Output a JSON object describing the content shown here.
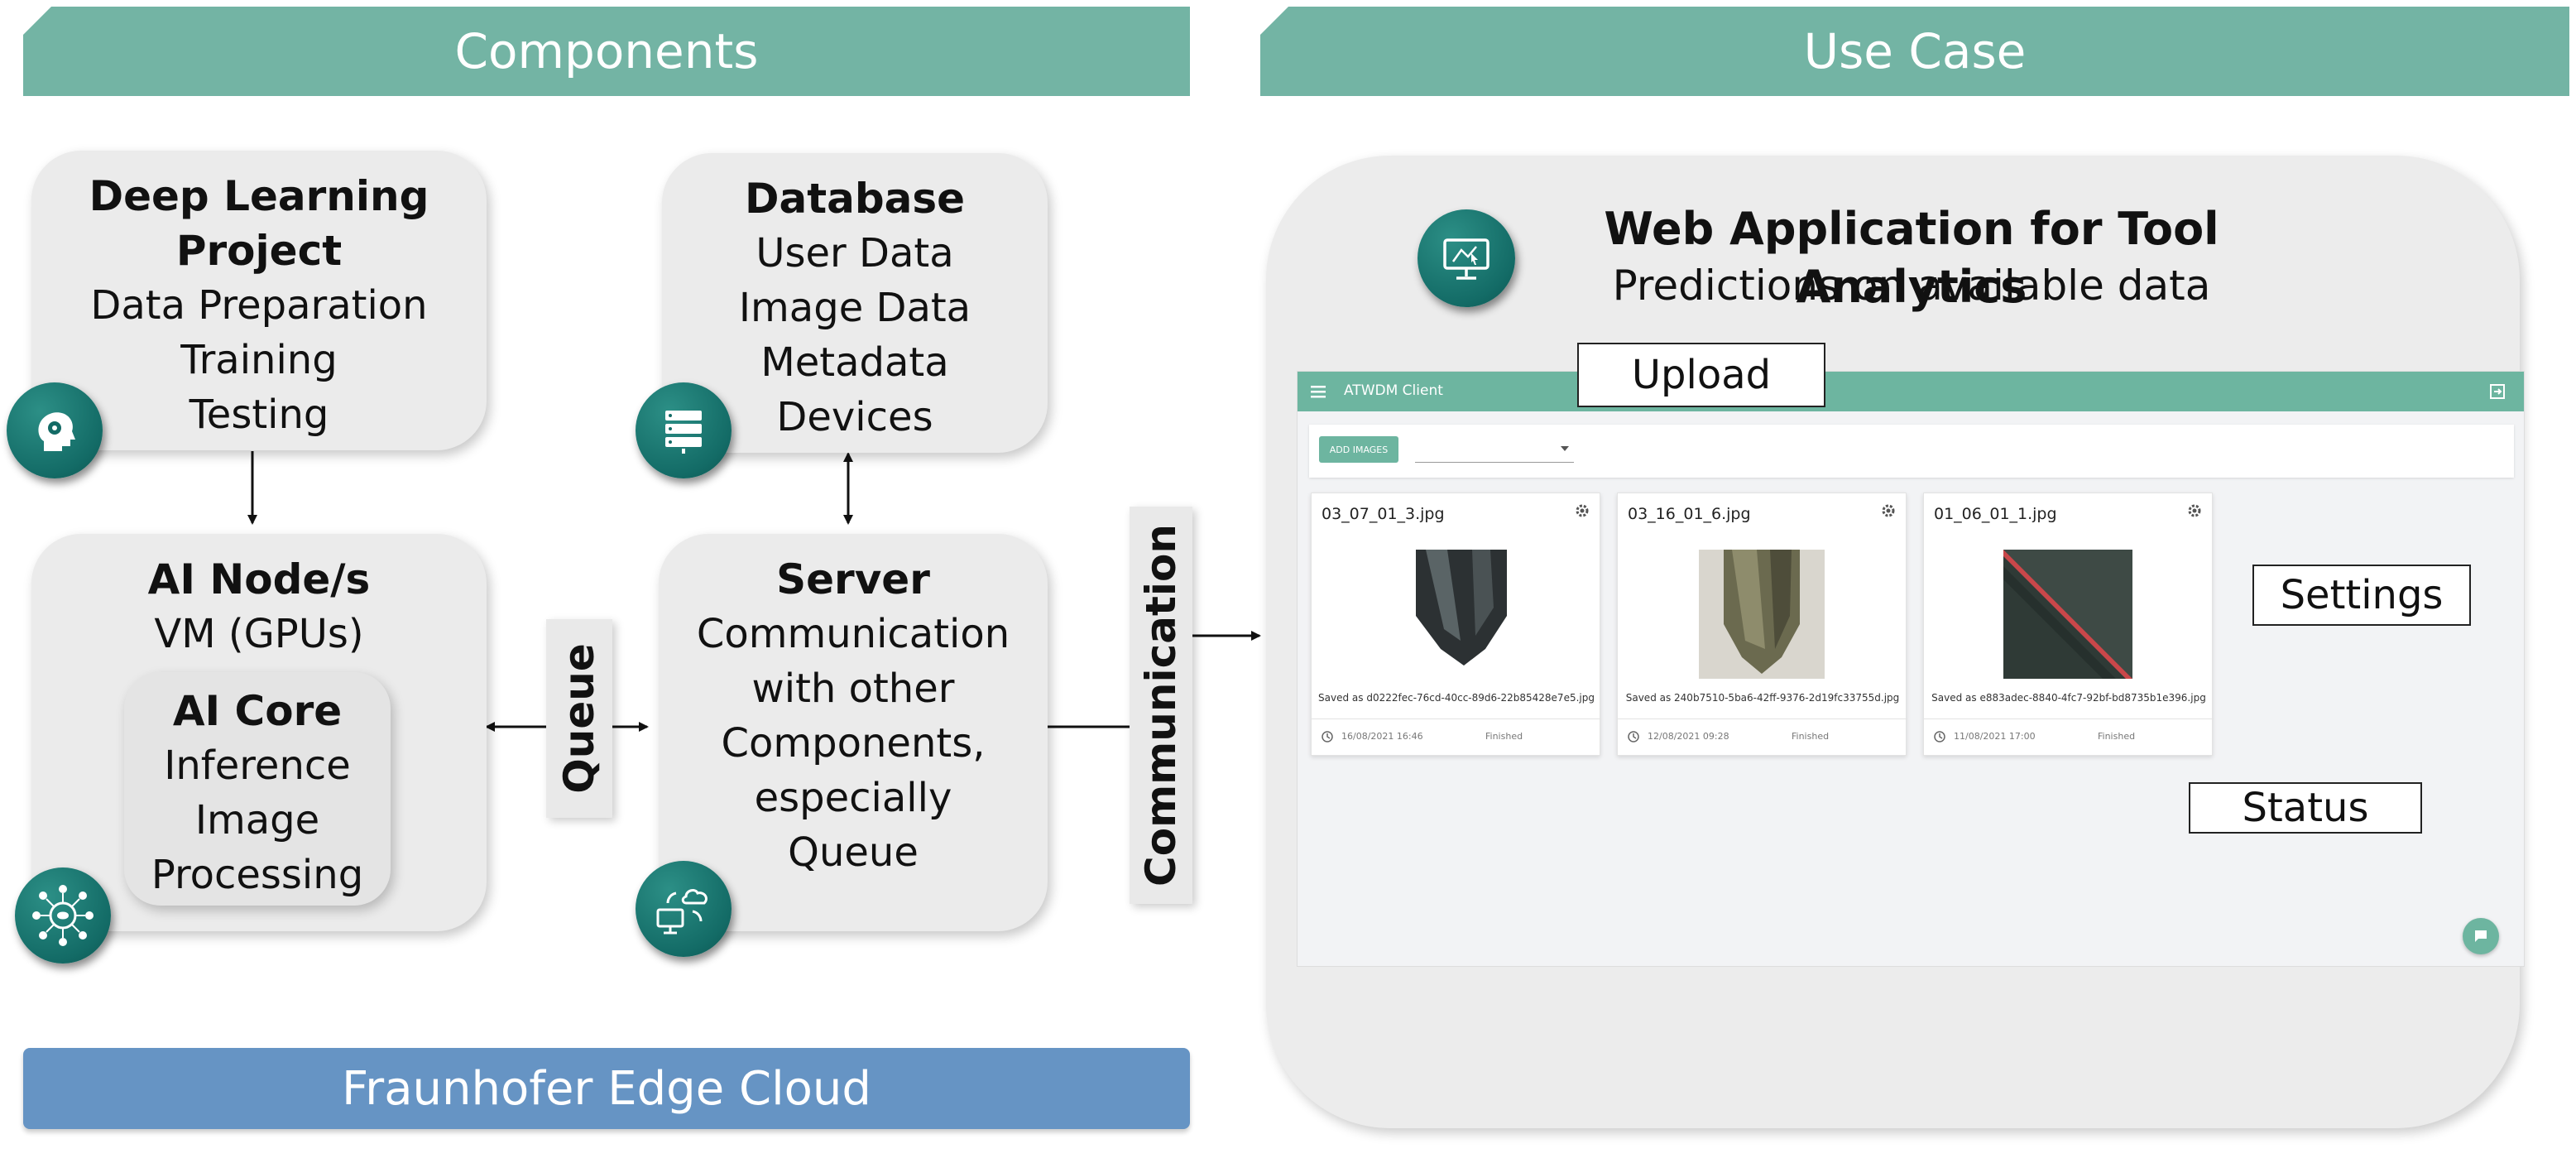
{
  "banners": {
    "components": "Components",
    "use_case": "Use Case"
  },
  "cards": {
    "deep_learning": {
      "title1": "Deep Learning",
      "title2": "Project",
      "lines": [
        "Data Preparation",
        "Training",
        "Testing"
      ]
    },
    "database": {
      "title": "Database",
      "lines": [
        "User Data",
        "Image Data",
        "Metadata",
        "Devices"
      ]
    },
    "ai_node": {
      "title": "AI Node/s",
      "lines": [
        "VM (GPUs)"
      ]
    },
    "ai_core": {
      "title": "AI Core",
      "lines": [
        "Inference",
        "Image",
        "Processing"
      ]
    },
    "server": {
      "title": "Server",
      "lines": [
        "Communication",
        "with other",
        "Components,",
        "especially",
        "Queue"
      ]
    }
  },
  "labels": {
    "queue": "Queue",
    "communication": "Communication"
  },
  "edge_cloud": "Fraunhofer Edge Cloud",
  "use_case": {
    "title": "Web Application for Tool Analytics",
    "subtitle": "Predictions on available data",
    "app": {
      "name": "ATWDM Client",
      "add_images": "ADD IMAGES",
      "images": [
        {
          "filename": "03_07_01_3.jpg",
          "saved": "Saved as d0222fec-76cd-40cc-89d6-22b85428e7e5.jpg",
          "date": "16/08/2021 16:46",
          "status": "Finished"
        },
        {
          "filename": "03_16_01_6.jpg",
          "saved": "Saved as 240b7510-5ba6-42ff-9376-2d19fc33755d.jpg",
          "date": "12/08/2021 09:28",
          "status": "Finished"
        },
        {
          "filename": "01_06_01_1.jpg",
          "saved": "Saved as e883adec-8840-4fc7-92bf-bd8735b1e396.jpg",
          "date": "11/08/2021 17:00",
          "status": "Finished"
        }
      ]
    },
    "callouts": {
      "upload": "Upload",
      "settings": "Settings",
      "status": "Status"
    }
  },
  "colors": {
    "banner": "#73b4a4",
    "icon": "#136b66",
    "edge_cloud": "#6694c4",
    "app_bar": "#6db5a0"
  },
  "icons": [
    "head-icon",
    "server-rack-icon",
    "neural-network-icon",
    "cloud-sync-icon",
    "monitor-icon",
    "menu-icon",
    "logout-icon",
    "gear-icon",
    "clock-icon",
    "chat-icon"
  ]
}
